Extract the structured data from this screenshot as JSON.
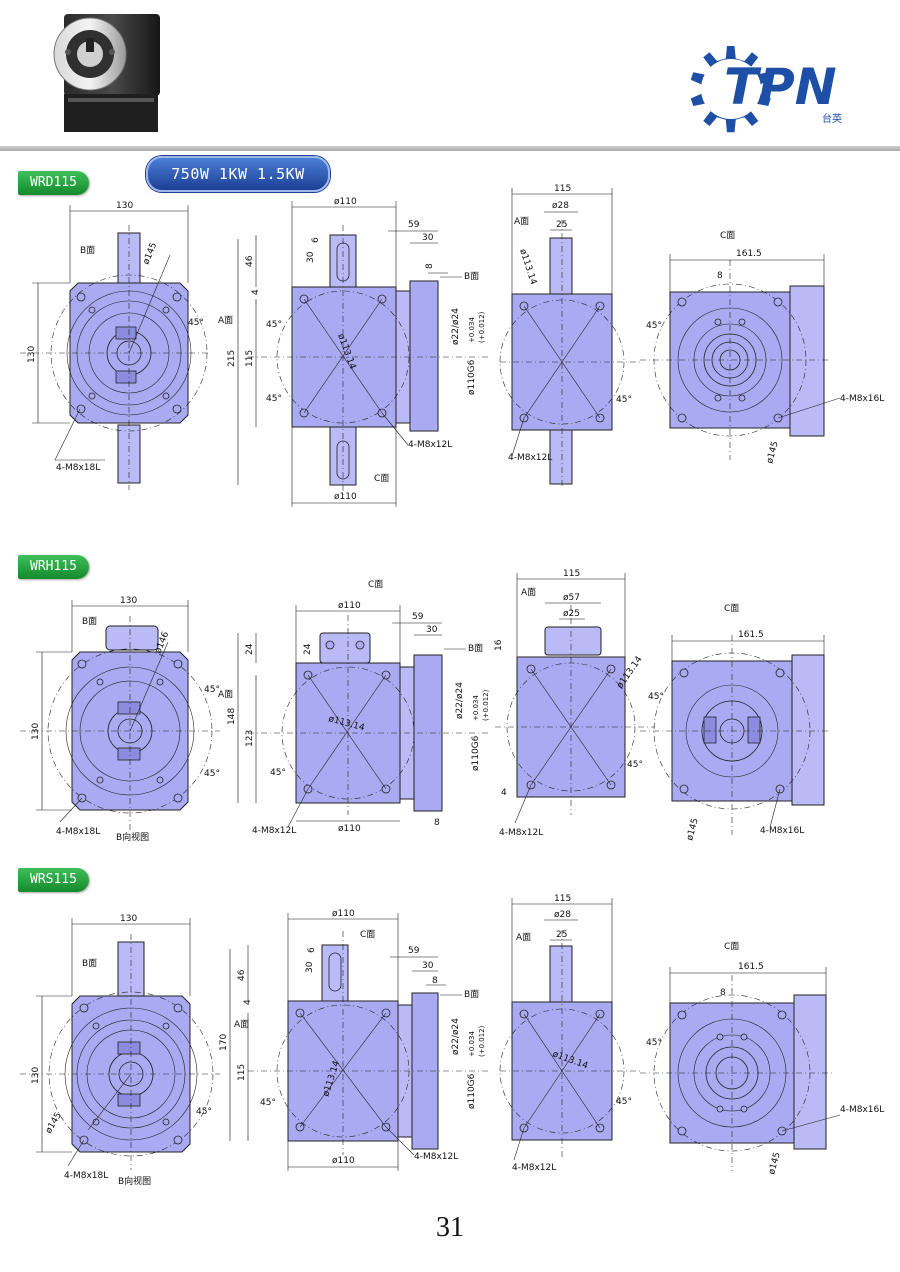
{
  "header": {
    "photo_alt": "gearbox-photo",
    "logo": {
      "text": "TPN",
      "subtext": "台英",
      "color": "#1e4fa6",
      "gear_color": "#1e4fa6"
    }
  },
  "power_badge": "750W 1KW 1.5KW",
  "sections": [
    {
      "id": "WRD115",
      "tag": "WRD115",
      "view_b": {
        "label_b": "B面",
        "width": "130",
        "height": "130",
        "circle": "ø145",
        "angle": "45°",
        "bolt": "4-M8x18L"
      },
      "view_side": {
        "top_dia": "ø110",
        "bottom_dia": "ø110",
        "d1": "59",
        "d2": "30",
        "d3": "8",
        "h1": "46",
        "h2": "30",
        "h3": "6",
        "h4": "4",
        "total_h": "215",
        "mid_h": "115",
        "pcd": "ø113.14",
        "shaft": "ø22/ø24",
        "pilot": "ø110G6",
        "tol1": "+0.034",
        "tol2": "(+0.012)",
        "angle": "45°",
        "label_a": "A面",
        "label_b": "B面",
        "label_c": "C面",
        "bolt": "4-M8x12L"
      },
      "view_a": {
        "width": "115",
        "shaft_dia": "ø28",
        "key": "25",
        "label_a": "A面",
        "pcd": "ø113.14",
        "angle": "45°",
        "bolt": "4-M8x12L"
      },
      "view_c": {
        "label_c": "C面",
        "width": "161.5",
        "key": "8",
        "angle": "45°",
        "circle": "ø145",
        "bolt": "4-M8x16L"
      }
    },
    {
      "id": "WRH115",
      "tag": "WRH115",
      "view_b": {
        "label_b": "B面",
        "width": "130",
        "height": "130",
        "circle": "ø146",
        "angle": "45°",
        "bolt": "4-M8x18L",
        "caption": "B向视图"
      },
      "view_side": {
        "top_dia": "ø110",
        "bottom_dia": "ø110",
        "d1": "59",
        "d2": "30",
        "d3": "8",
        "h1": "24",
        "h2": "24",
        "total_h": "148",
        "mid_h": "123",
        "pcd": "ø113.14",
        "shaft": "ø22/ø24",
        "pilot": "ø110G6",
        "tol1": "+0.034",
        "tol2": "(+0.012)",
        "angle": "45°",
        "label_a": "A面",
        "label_b": "B面",
        "label_c": "C面",
        "bolt": "4-M8x12L"
      },
      "view_a": {
        "width": "115",
        "shaft_dia": "ø57",
        "key": "ø25",
        "h": "16",
        "h2": "4",
        "label_a": "A面",
        "pcd": "ø113.14",
        "angle": "45°",
        "bolt": "4-M8x12L"
      },
      "view_c": {
        "label_c": "C面",
        "width": "161.5",
        "angle": "45°",
        "circle": "ø145",
        "bolt": "4-M8x16L"
      }
    },
    {
      "id": "WRS115",
      "tag": "WRS115",
      "view_b": {
        "label_b": "B面",
        "width": "130",
        "height": "130",
        "circle": "ø145",
        "angle": "45°",
        "bolt": "4-M8x18L",
        "caption": "B向视图"
      },
      "view_side": {
        "top_dia": "ø110",
        "bottom_dia": "ø110",
        "d1": "59",
        "d2": "30",
        "d3": "8",
        "h1": "46",
        "h2": "30",
        "h3": "6",
        "h4": "4",
        "total_h": "170",
        "mid_h": "115",
        "pcd": "ø113.14",
        "shaft": "ø22/ø24",
        "pilot": "ø110G6",
        "tol1": "+0.034",
        "tol2": "(+0.012)",
        "angle": "45°",
        "label_a": "A面",
        "label_b": "B面",
        "label_c": "C面",
        "bolt": "4-M8x12L"
      },
      "view_a": {
        "width": "115",
        "shaft_dia": "ø28",
        "key": "25",
        "label_a": "A面",
        "pcd": "ø113.14",
        "angle": "45°",
        "bolt": "4-M8x12L"
      },
      "view_c": {
        "label_c": "C面",
        "width": "161.5",
        "key": "8",
        "angle": "45°",
        "circle": "ø145",
        "bolt": "4-M8x16L"
      }
    }
  ],
  "page_number": "31"
}
